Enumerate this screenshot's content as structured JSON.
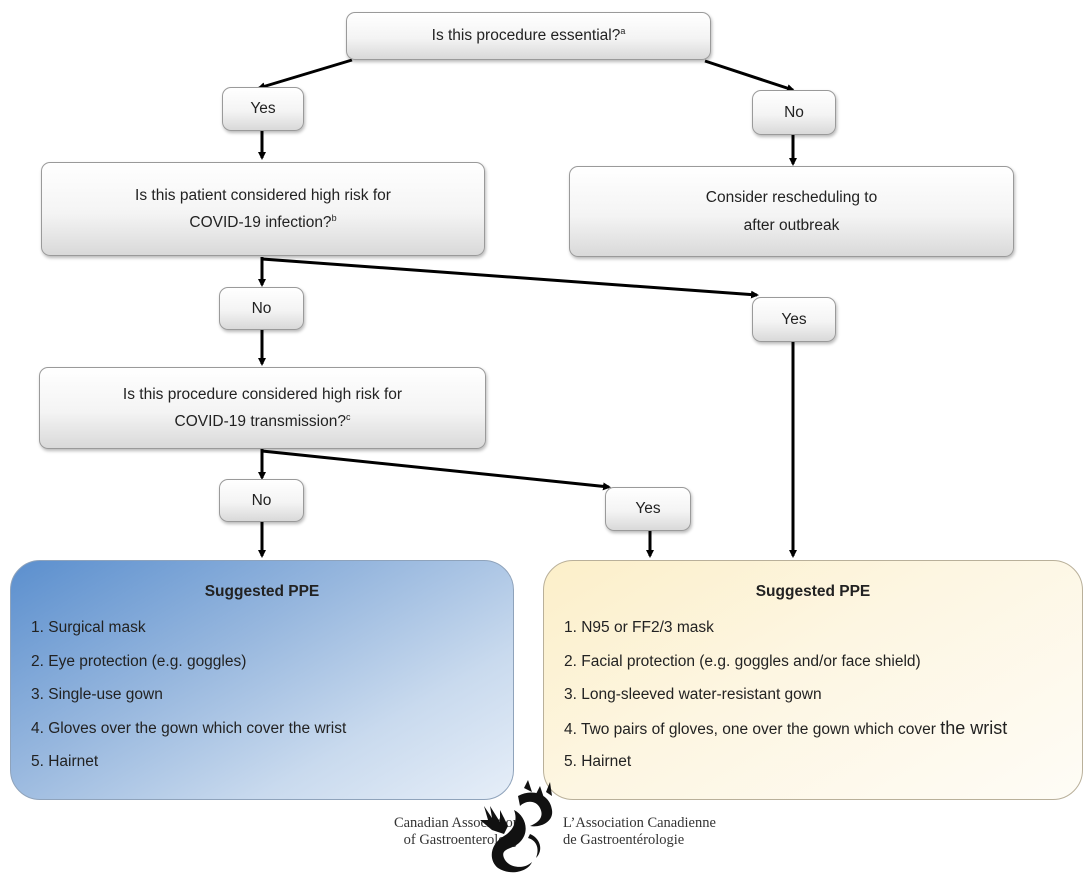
{
  "nodes": {
    "q_essential": {
      "text": "Is this procedure essential?",
      "sup": "a"
    },
    "yes_1": {
      "text": "Yes"
    },
    "no_1": {
      "text": "No"
    },
    "q_high_risk_patient": {
      "line1": "Is this patient considered high risk for",
      "line2": "COVID-19 infection?",
      "sup": "b"
    },
    "reschedule": {
      "line1": "Consider rescheduling to",
      "line2": "after outbreak"
    },
    "no_2": {
      "text": "No"
    },
    "yes_2": {
      "text": "Yes"
    },
    "q_high_risk_procedure": {
      "line1": "Is this procedure considered high risk for",
      "line2": "COVID-19 transmission?",
      "sup": "c"
    },
    "no_3": {
      "text": "No"
    },
    "yes_3": {
      "text": "Yes"
    }
  },
  "ppe_standard": {
    "title": "Suggested PPE",
    "items": [
      "1. Surgical mask",
      "2. Eye protection (e.g. goggles)",
      "3. Single-use gown",
      "4. Gloves over the gown which cover the wrist",
      "5. Hairnet"
    ]
  },
  "ppe_enhanced": {
    "title": "Suggested PPE",
    "items": [
      "1. N95 or FF2/3 mask",
      "2. Facial protection (e.g. goggles and/or face shield)",
      "3. Long-sleeved water-resistant gown",
      "4. Two pairs of gloves, one over the gown which cover",
      "5. Hairnet"
    ],
    "item4_tail": "the wrist"
  },
  "footer": {
    "en_line1": "Canadian Association",
    "en_line2": "of Gastroenterology",
    "fr_line1": "L’Association Canadienne",
    "fr_line2": "de Gastroentérologie",
    "logo_icon": "cag-logo-icon"
  },
  "colors": {
    "ppe_standard_accent": "#5b8fce",
    "ppe_enhanced_accent": "#fcefc9",
    "arrow": "#000000"
  }
}
